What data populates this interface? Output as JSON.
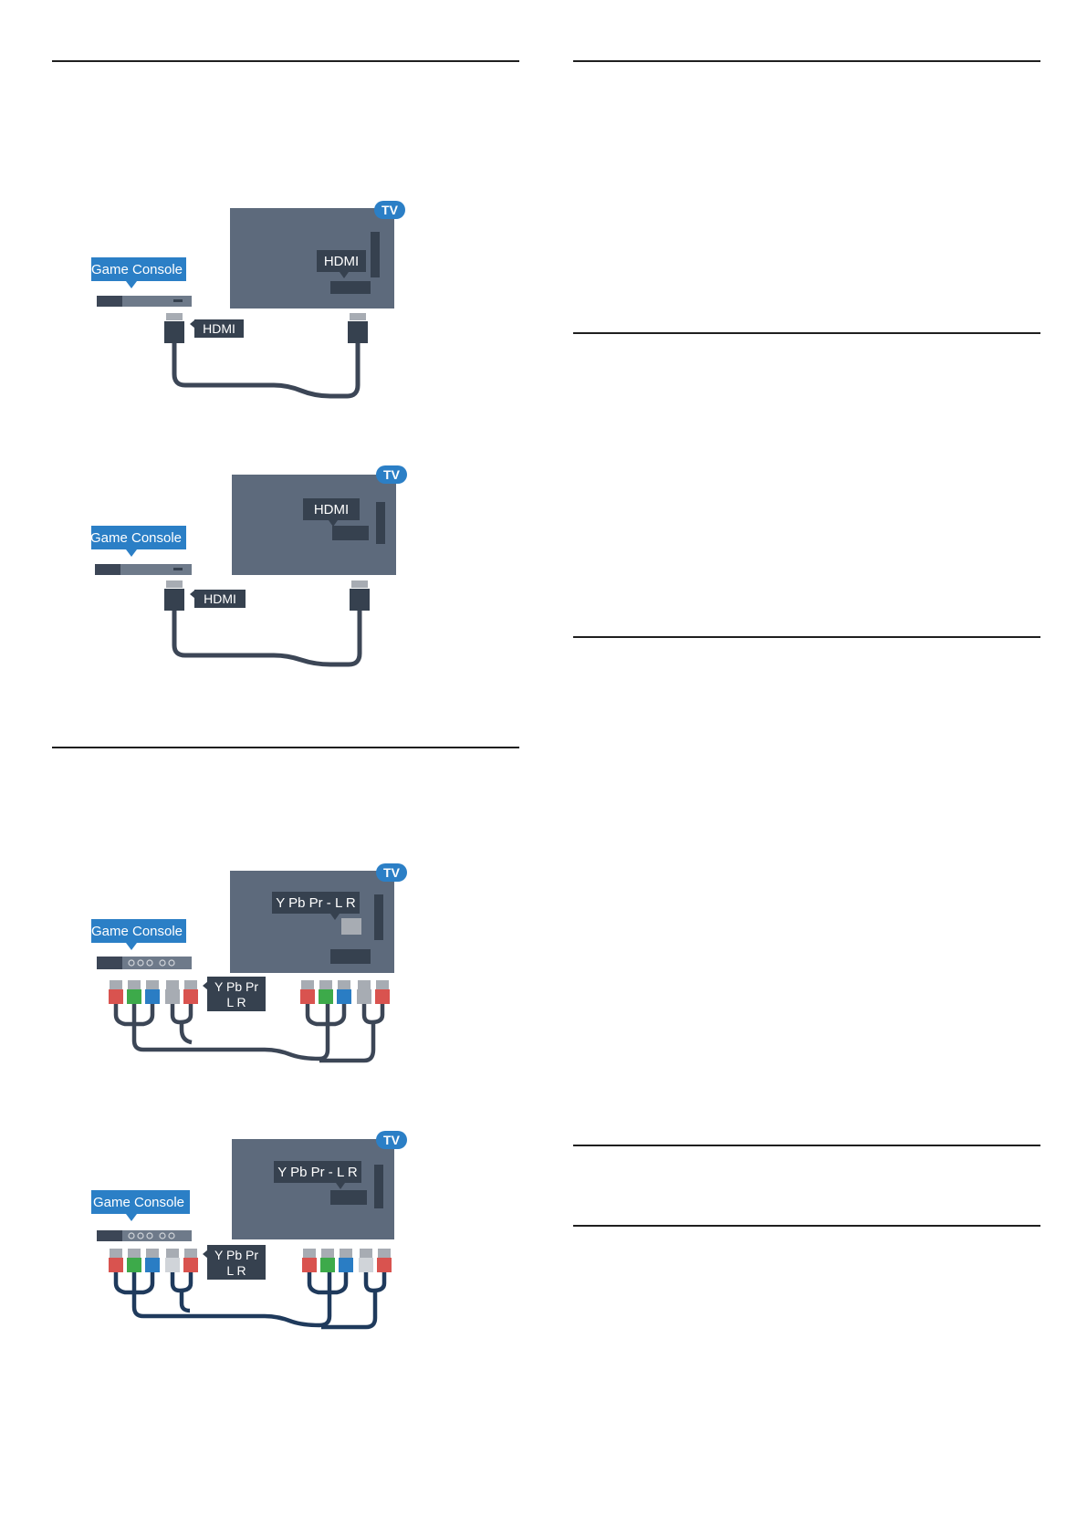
{
  "colors": {
    "tv_body": "#5d6a7c",
    "label_blue": "#2b7fc6",
    "label_dark": "#36414f",
    "device": "#6e7a8a",
    "device_dark": "#3c4656",
    "cable": "#3c4656",
    "plug_red": "#d9534f",
    "plug_green": "#3daa4a",
    "plug_blue": "#2a7dc4",
    "plug_gray": "#a7acb3"
  },
  "diagrams": [
    {
      "connection": "hdmi",
      "tv_badge": "TV",
      "device_label": "Game Console",
      "tv_port_label": "HDMI",
      "cable_label_lines": [
        "HDMI"
      ]
    },
    {
      "connection": "hdmi",
      "tv_badge": "TV",
      "device_label": "Game Console",
      "tv_port_label": "HDMI",
      "cable_label_lines": [
        "HDMI"
      ]
    },
    {
      "connection": "component",
      "tv_badge": "TV",
      "device_label": "Game Console",
      "tv_port_label": "Y Pb Pr - L R",
      "cable_label_lines": [
        "Y Pb Pr",
        "L R"
      ]
    },
    {
      "connection": "component",
      "tv_badge": "TV",
      "device_label": "Game Console",
      "tv_port_label": "Y Pb Pr - L R",
      "cable_label_lines": [
        "Y Pb Pr",
        "L R"
      ]
    }
  ]
}
